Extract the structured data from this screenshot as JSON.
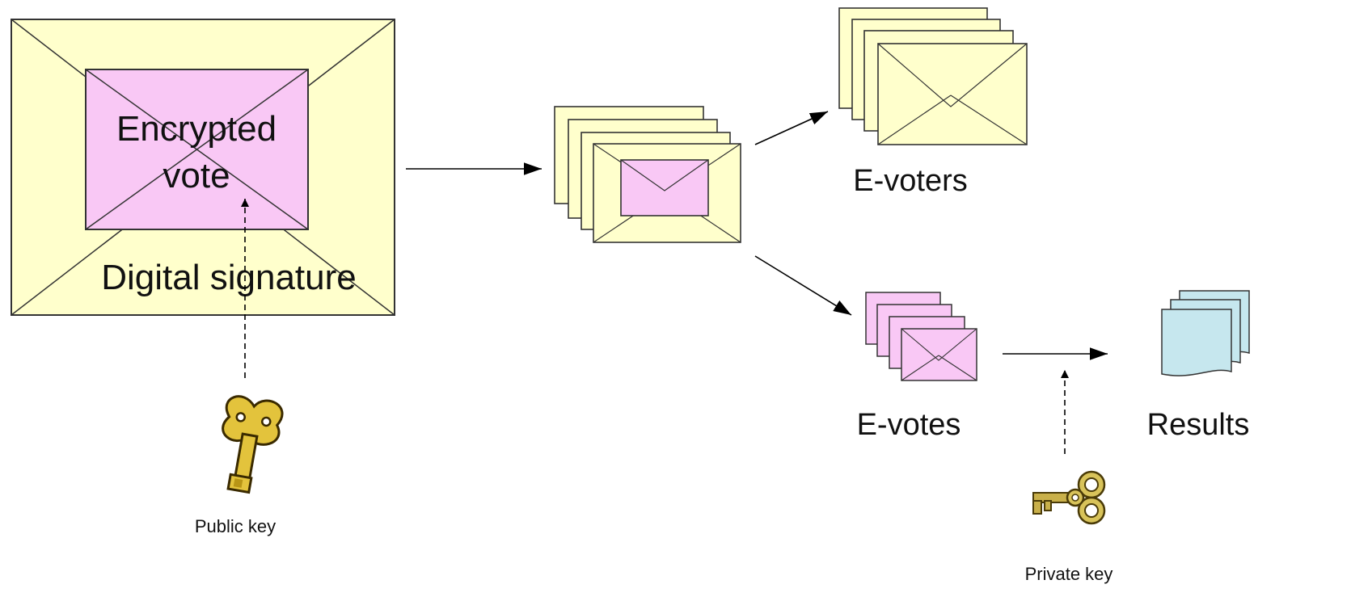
{
  "envelope": {
    "inner_text_line1": "Encrypted",
    "inner_text_line2": "vote",
    "outer_text": "Digital signature"
  },
  "keys": {
    "public": "Public key",
    "private": "Private key"
  },
  "outputs": {
    "evoters": "E-voters",
    "evotes": "E-votes",
    "results": "Results"
  },
  "colors": {
    "outer_envelope": "#ffffcc",
    "inner_envelope": "#f9c8f5",
    "document": "#c6e7ee",
    "key_gold": "#e3c33c",
    "line": "#000000"
  },
  "icons": {
    "public_key": "wind-up-key-icon",
    "private_key": "ornate-key-icon",
    "results": "document-stack-icon"
  }
}
